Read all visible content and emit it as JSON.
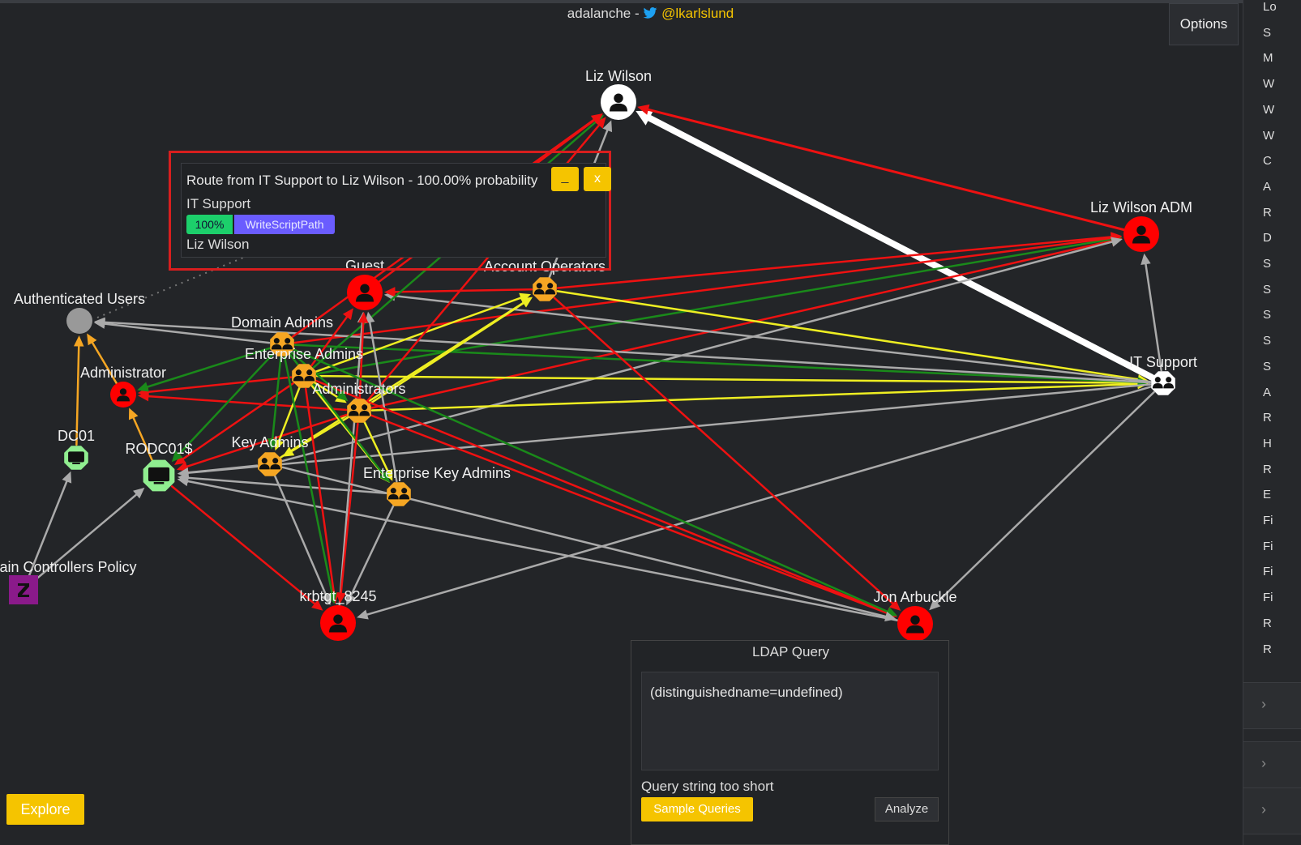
{
  "header": {
    "brand": "adalanche - ",
    "handle": "@lkarlslund"
  },
  "options_label": "Options",
  "right_panel_letters": [
    "Lo",
    "S",
    "M",
    "W",
    "W",
    "W",
    "C",
    "A",
    "R",
    "D",
    "S",
    "S",
    "S",
    "S",
    "S",
    "A",
    "R",
    "H",
    "R",
    "E",
    "Fi",
    "Fi",
    "Fi",
    "Fi",
    "R",
    "R"
  ],
  "nodes": [
    {
      "id": "liz",
      "label": "Liz Wilson",
      "kind": "user",
      "color": "#ffffff"
    },
    {
      "id": "lizadm",
      "label": "Liz Wilson ADM",
      "kind": "user",
      "color": "#ff0000"
    },
    {
      "id": "itsupport",
      "label": "IT Support",
      "kind": "group",
      "color": "#ffffff"
    },
    {
      "id": "guest",
      "label": "Guest",
      "kind": "user",
      "color": "#ff0000"
    },
    {
      "id": "accops",
      "label": "Account Operators",
      "kind": "group",
      "color": "#f5a623"
    },
    {
      "id": "authusers",
      "label": "Authenticated Users",
      "kind": "circle",
      "color": "#999999"
    },
    {
      "id": "domadmins",
      "label": "Domain Admins",
      "kind": "group",
      "color": "#f5a623"
    },
    {
      "id": "entadmins",
      "label": "Enterprise Admins",
      "kind": "group",
      "color": "#f5a623"
    },
    {
      "id": "administrator",
      "label": "Administrator",
      "kind": "user",
      "color": "#ff0000"
    },
    {
      "id": "administrators",
      "label": "Administrators",
      "kind": "group",
      "color": "#f5a623"
    },
    {
      "id": "dc01",
      "label": "DC01",
      "kind": "computer",
      "color": "#90ee90"
    },
    {
      "id": "rodc",
      "label": "RODC01$",
      "kind": "computer",
      "color": "#90ee90"
    },
    {
      "id": "keyadmins",
      "label": "Key Admins",
      "kind": "group",
      "color": "#f5a623"
    },
    {
      "id": "entkeyadmins",
      "label": "Enterprise Key Admins",
      "kind": "group",
      "color": "#f5a623"
    },
    {
      "id": "dcpolicy",
      "label": "ain Controllers Policy",
      "kind": "gpo",
      "color": "#8a1a8a"
    },
    {
      "id": "krbtgt",
      "label": "krbtgt_8245",
      "kind": "user",
      "color": "#ff0000"
    },
    {
      "id": "jon",
      "label": "Jon Arbuckle",
      "kind": "user",
      "color": "#ff0000"
    }
  ],
  "edges": [
    {
      "from": "itsupport",
      "to": "liz",
      "color": "#ffffff",
      "width": 8
    },
    {
      "from": "lizadm",
      "to": "liz",
      "color": "#ee1111",
      "width": 3
    },
    {
      "from": "itsupport",
      "to": "lizadm",
      "color": "#aaaaaa",
      "width": 2.5
    },
    {
      "from": "administrators",
      "to": "lizadm",
      "color": "#ee1111",
      "width": 2.5
    },
    {
      "from": "entadmins",
      "to": "lizadm",
      "color": "#1a8a1a",
      "width": 2.5
    },
    {
      "from": "domadmins",
      "to": "lizadm",
      "color": "#ee1111",
      "width": 2.5
    },
    {
      "from": "accops",
      "to": "lizadm",
      "color": "#ee1111",
      "width": 2.5
    },
    {
      "from": "keyadmins",
      "to": "lizadm",
      "color": "#aaaaaa",
      "width": 2.5
    },
    {
      "from": "accops",
      "to": "itsupport",
      "color": "#eeee22",
      "width": 2.5
    },
    {
      "from": "administrators",
      "to": "itsupport",
      "color": "#eeee22",
      "width": 2.5
    },
    {
      "from": "entadmins",
      "to": "itsupport",
      "color": "#eeee22",
      "width": 2.5
    },
    {
      "from": "domadmins",
      "to": "itsupport",
      "color": "#1a8a1a",
      "width": 2.5
    },
    {
      "from": "itsupport",
      "to": "guest",
      "color": "#aaaaaa",
      "width": 2.5
    },
    {
      "from": "itsupport",
      "to": "authusers",
      "color": "#aaaaaa",
      "width": 2.5
    },
    {
      "from": "itsupport",
      "to": "rodc",
      "color": "#aaaaaa",
      "width": 2.5
    },
    {
      "from": "itsupport",
      "to": "krbtgt",
      "color": "#aaaaaa",
      "width": 2.5
    },
    {
      "from": "itsupport",
      "to": "jon",
      "color": "#aaaaaa",
      "width": 2.5
    },
    {
      "from": "entadmins",
      "to": "accops",
      "color": "#eeee22",
      "width": 2.5
    },
    {
      "from": "keyadmins",
      "to": "accops",
      "color": "#eeee22",
      "width": 2.5
    },
    {
      "from": "administrators",
      "to": "accops",
      "color": "#eeee22",
      "width": 2.5
    },
    {
      "from": "accops",
      "to": "guest",
      "color": "#ee1111",
      "width": 2.5
    },
    {
      "from": "accops",
      "to": "jon",
      "color": "#ee1111",
      "width": 2.5
    },
    {
      "from": "entadmins",
      "to": "liz",
      "color": "#1a8a1a",
      "width": 2.5
    },
    {
      "from": "administrators",
      "to": "liz",
      "color": "#ee1111",
      "width": 2.5
    },
    {
      "from": "domadmins",
      "to": "liz",
      "color": "#ee1111",
      "width": 2.5
    },
    {
      "from": "guest",
      "to": "liz",
      "color": "#ee1111",
      "width": 2.5
    },
    {
      "from": "accops",
      "to": "liz",
      "color": "#aaaaaa",
      "width": 2.5
    },
    {
      "from": "entkeyadmins",
      "to": "guest",
      "color": "#aaaaaa",
      "width": 2.5
    },
    {
      "from": "krbtgt",
      "to": "guest",
      "color": "#aaaaaa",
      "width": 2.5
    },
    {
      "from": "entadmins",
      "to": "guest",
      "color": "#ee1111",
      "width": 2.5
    },
    {
      "from": "administrators",
      "to": "guest",
      "color": "#ee1111",
      "width": 2.5
    },
    {
      "from": "entadmins",
      "to": "administrator",
      "color": "#ee1111",
      "width": 2.5
    },
    {
      "from": "domadmins",
      "to": "administrator",
      "color": "#1a8a1a",
      "width": 2.5
    },
    {
      "from": "administrators",
      "to": "administrator",
      "color": "#ee1111",
      "width": 2.5
    },
    {
      "from": "administrator",
      "to": "authusers",
      "color": "#f5a623",
      "width": 2.5
    },
    {
      "from": "dc01",
      "to": "authusers",
      "color": "#f5a623",
      "width": 2.5
    },
    {
      "from": "rodc",
      "to": "administrator",
      "color": "#f5a623",
      "width": 2.5
    },
    {
      "from": "domadmins",
      "to": "authusers",
      "color": "#aaaaaa",
      "width": 2.5
    },
    {
      "from": "entadmins",
      "to": "rodc",
      "color": "#ee1111",
      "width": 2.5
    },
    {
      "from": "administrators",
      "to": "rodc",
      "color": "#ee1111",
      "width": 2.5
    },
    {
      "from": "domadmins",
      "to": "rodc",
      "color": "#1a8a1a",
      "width": 2.5
    },
    {
      "from": "keyadmins",
      "to": "rodc",
      "color": "#aaaaaa",
      "width": 2.5
    },
    {
      "from": "entkeyadmins",
      "to": "rodc",
      "color": "#aaaaaa",
      "width": 2.5
    },
    {
      "from": "jon",
      "to": "rodc",
      "color": "#aaaaaa",
      "width": 2.5
    },
    {
      "from": "dcpolicy",
      "to": "dc01",
      "color": "#aaaaaa",
      "width": 2.5
    },
    {
      "from": "dcpolicy",
      "to": "rodc",
      "color": "#aaaaaa",
      "width": 2.5
    },
    {
      "from": "entadmins",
      "to": "keyadmins",
      "color": "#eeee22",
      "width": 2.5
    },
    {
      "from": "administrators",
      "to": "keyadmins",
      "color": "#eeee22",
      "width": 2.5
    },
    {
      "from": "domadmins",
      "to": "keyadmins",
      "color": "#1a8a1a",
      "width": 2.5
    },
    {
      "from": "entadmins",
      "to": "entkeyadmins",
      "color": "#eeee22",
      "width": 2.5
    },
    {
      "from": "administrators",
      "to": "entkeyadmins",
      "color": "#eeee22",
      "width": 2.5
    },
    {
      "from": "domadmins",
      "to": "entkeyadmins",
      "color": "#1a8a1a",
      "width": 2.5
    },
    {
      "from": "entadmins",
      "to": "krbtgt",
      "color": "#ee1111",
      "width": 2.5
    },
    {
      "from": "administrators",
      "to": "krbtgt",
      "color": "#ee1111",
      "width": 2.5
    },
    {
      "from": "domadmins",
      "to": "krbtgt",
      "color": "#1a8a1a",
      "width": 2.5
    },
    {
      "from": "rodc",
      "to": "krbtgt",
      "color": "#ee1111",
      "width": 2.5
    },
    {
      "from": "keyadmins",
      "to": "krbtgt",
      "color": "#aaaaaa",
      "width": 2.5
    },
    {
      "from": "entkeyadmins",
      "to": "krbtgt",
      "color": "#aaaaaa",
      "width": 2.5
    },
    {
      "from": "entadmins",
      "to": "jon",
      "color": "#ee1111",
      "width": 2.5
    },
    {
      "from": "administrators",
      "to": "jon",
      "color": "#ee1111",
      "width": 2.5
    },
    {
      "from": "domadmins",
      "to": "jon",
      "color": "#1a8a1a",
      "width": 2.5
    },
    {
      "from": "keyadmins",
      "to": "jon",
      "color": "#aaaaaa",
      "width": 2.5
    },
    {
      "from": "entadmins",
      "to": "administrators",
      "color": "#eeee22",
      "width": 2.5
    },
    {
      "from": "domadmins",
      "to": "administrators",
      "color": "#1a8a1a",
      "width": 2.5
    }
  ],
  "route": {
    "title": "Route from IT Support to Liz Wilson - 100.00% probability",
    "minimize_label": "_",
    "close_label": "x",
    "from": "IT Support",
    "probability": "100%",
    "edge": "WriteScriptPath",
    "to": "Liz Wilson"
  },
  "ldap": {
    "title": "LDAP Query",
    "query": "(distinguishedname=undefined)",
    "status": "Query string too short",
    "sample_label": "Sample Queries",
    "analyze_label": "Analyze"
  },
  "explore_label": "Explore"
}
